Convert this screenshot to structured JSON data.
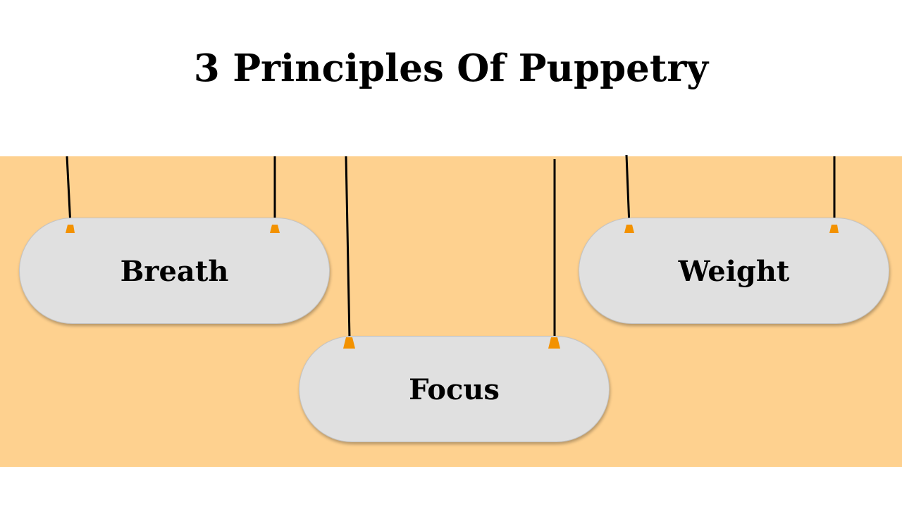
{
  "slide": {
    "title": "3 Principles Of Puppetry"
  },
  "principles": [
    {
      "label": "Breath"
    },
    {
      "label": "Focus"
    },
    {
      "label": "Weight"
    }
  ],
  "colors": {
    "band": "#fed18f",
    "pill_fill": "#e0e0e0",
    "hook": "#f39200",
    "string": "#000000",
    "title": "#000000"
  }
}
